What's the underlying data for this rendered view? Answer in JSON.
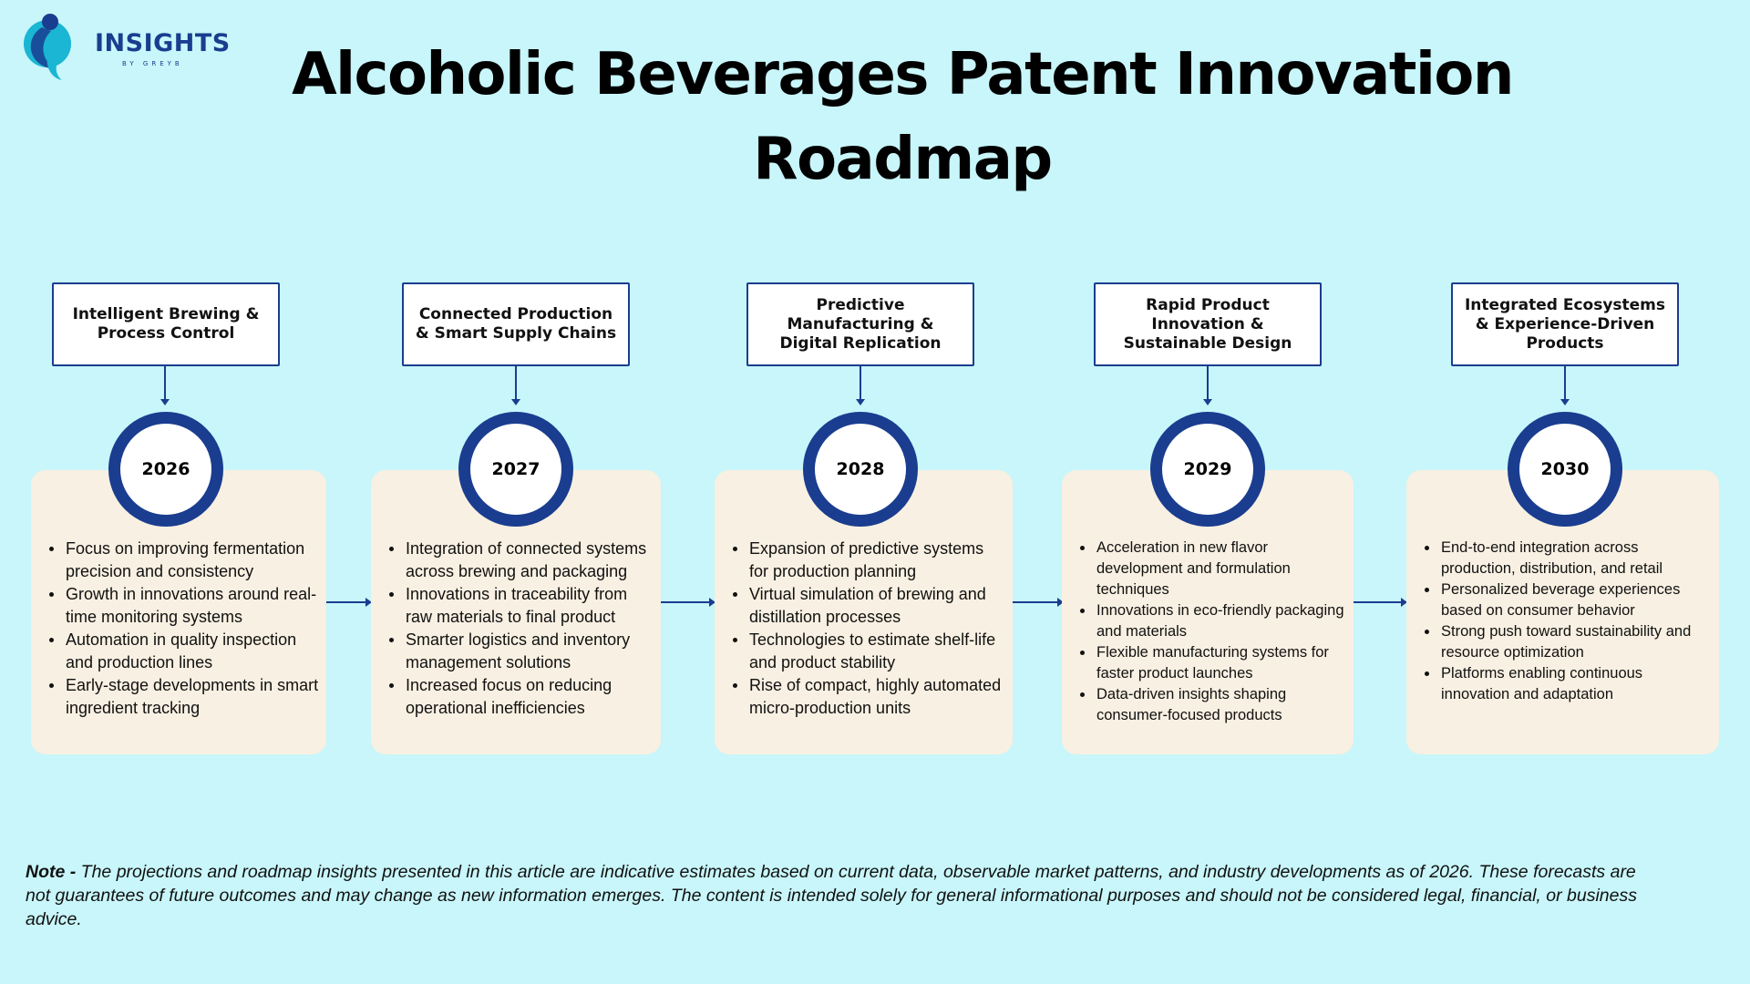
{
  "logo": {
    "name": "INSIGHTS",
    "sub": "BY GREYB"
  },
  "title": "Alcoholic Beverages Patent Innovation Roadmap",
  "colors": {
    "background": "#c8f6fa",
    "accent": "#1a3d8f",
    "card": "#f8f0e2"
  },
  "stages": [
    {
      "theme": "Intelligent Brewing & Process Control",
      "year": "2026",
      "points": [
        "Focus on improving fermentation precision and consistency",
        "Growth in innovations around real-time monitoring systems",
        "Automation in quality inspection and production lines",
        "Early-stage developments in smart ingredient tracking"
      ]
    },
    {
      "theme": "Connected Production & Smart Supply Chains",
      "year": "2027",
      "points": [
        "Integration of connected systems across brewing and packaging",
        "Innovations in traceability from raw materials to final product",
        "Smarter logistics and inventory management solutions",
        "Increased focus on reducing operational inefficiencies"
      ]
    },
    {
      "theme": "Predictive Manufacturing & Digital Replication",
      "year": "2028",
      "points": [
        "Expansion of predictive systems for production planning",
        "Virtual simulation of brewing and distillation processes",
        "Technologies to estimate shelf-life and product stability",
        "Rise of compact, highly automated micro-production units"
      ]
    },
    {
      "theme": "Rapid Product Innovation & Sustainable Design",
      "year": "2029",
      "points": [
        "Acceleration in new flavor development and formulation techniques",
        "Innovations in eco-friendly packaging and materials",
        "Flexible manufacturing systems for faster product launches",
        "Data-driven insights shaping consumer-focused products"
      ]
    },
    {
      "theme": "Integrated Ecosystems & Experience-Driven Products",
      "year": "2030",
      "points": [
        "End-to-end integration across production, distribution, and retail",
        "Personalized beverage experiences based on consumer behavior",
        "Strong push toward sustainability and resource optimization",
        "Platforms enabling continuous innovation and adaptation"
      ]
    }
  ],
  "note": {
    "label": "Note -",
    "text": "The projections and roadmap insights presented in this article are indicative estimates based on current data, observable market patterns, and industry developments as of 2026. These forecasts are not guarantees of future outcomes and may change as new information emerges. The content is intended solely for general informational purposes and should not be considered legal, financial, or business advice."
  }
}
